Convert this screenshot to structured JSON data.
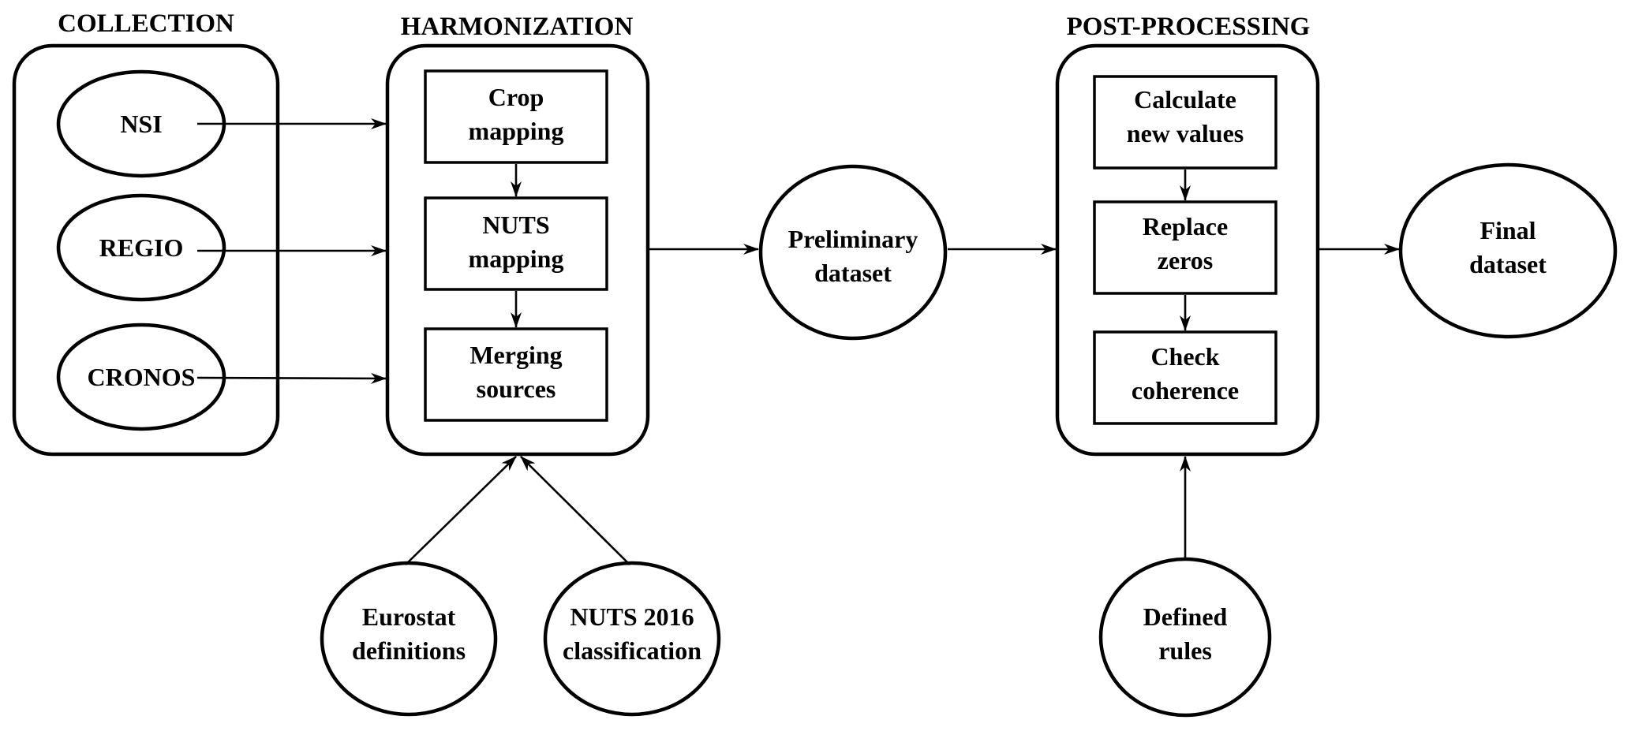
{
  "groups": {
    "collection": "COLLECTION",
    "harmonization": "HARMONIZATION",
    "post_processing": "POST-PROCESSING"
  },
  "nodes": {
    "nsi": [
      "NSI"
    ],
    "regio": [
      "REGIO"
    ],
    "cronos": [
      "CRONOS"
    ],
    "crop_mapping": [
      "Crop",
      "mapping"
    ],
    "nuts_mapping": [
      "NUTS",
      "mapping"
    ],
    "merging_sources": [
      "Merging",
      "sources"
    ],
    "preliminary_dataset": [
      "Preliminary",
      "dataset"
    ],
    "calculate_new_values": [
      "Calculate",
      "new values"
    ],
    "replace_zeros": [
      "Replace",
      "zeros"
    ],
    "check_coherence": [
      "Check",
      "coherence"
    ],
    "final_dataset": [
      "Final",
      "dataset"
    ],
    "eurostat_definitions": [
      "Eurostat",
      "definitions"
    ],
    "nuts_2016_classification": [
      "NUTS 2016",
      "classification"
    ],
    "defined_rules": [
      "Defined",
      "rules"
    ]
  },
  "colors": {
    "stroke": "#000000",
    "background": "#ffffff"
  }
}
